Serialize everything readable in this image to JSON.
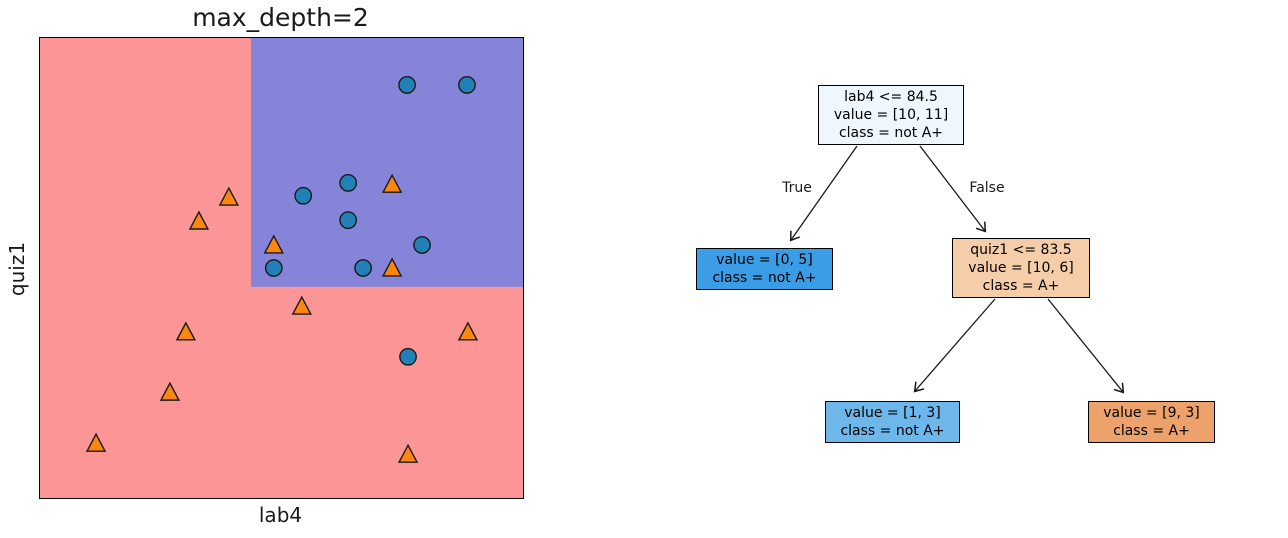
{
  "figure": {
    "background": "#ffffff"
  },
  "chart_data": {
    "type": "scatter",
    "title": "max_depth=2",
    "xlabel": "lab4",
    "ylabel": "quiz1",
    "grid": false,
    "axis_tick_labels_visible": false,
    "note": "decision-boundary plot; axes unlabeled numerically, point coordinates given as axis fractions (fx from left, fy from bottom)",
    "decision_regions": {
      "negative_region_color": "#fc9595",
      "positive_region_color": "#8584d8",
      "lab4_split_value": 84.5,
      "quiz1_split_value": 83.5,
      "lab4_split_frac_x": 0.437,
      "quiz1_split_frac_y": 0.459,
      "positive_region_rule": "lab4 > 84.5 and quiz1 > 83.5"
    },
    "series": [
      {
        "name": "A+",
        "marker": "circle",
        "color": "#2181b7",
        "edge_color": "#1a1a1a",
        "points_frac": [
          [
            0.76,
            0.898
          ],
          [
            0.884,
            0.898
          ],
          [
            0.638,
            0.685
          ],
          [
            0.545,
            0.657
          ],
          [
            0.638,
            0.604
          ],
          [
            0.791,
            0.55
          ],
          [
            0.484,
            0.5
          ],
          [
            0.669,
            0.5
          ],
          [
            0.762,
            0.307
          ]
        ]
      },
      {
        "name": "not A+",
        "marker": "triangle",
        "color": "#fd870e",
        "edge_color": "#1a1a1a",
        "points_frac": [
          [
            0.391,
            0.652
          ],
          [
            0.329,
            0.6
          ],
          [
            0.729,
            0.68
          ],
          [
            0.484,
            0.548
          ],
          [
            0.729,
            0.498
          ],
          [
            0.542,
            0.415
          ],
          [
            0.302,
            0.359
          ],
          [
            0.886,
            0.359
          ],
          [
            0.269,
            0.228
          ],
          [
            0.116,
            0.117
          ],
          [
            0.762,
            0.093
          ]
        ]
      }
    ]
  },
  "tree": {
    "edge_labels": {
      "true": "True",
      "false": "False"
    },
    "nodes": {
      "root": {
        "lines": [
          "lab4 <= 84.5",
          "value = [10, 11]",
          "class = not A+"
        ],
        "fill": "#eef7fd"
      },
      "left_leaf": {
        "lines": [
          "value = [0, 5]",
          "class = not A+"
        ],
        "fill": "#3a9de5"
      },
      "right_node": {
        "lines": [
          "quiz1 <= 83.5",
          "value = [10, 6]",
          "class = A+"
        ],
        "fill": "#f5cda9"
      },
      "bottom_left_leaf": {
        "lines": [
          "value = [1, 3]",
          "class = not A+"
        ],
        "fill": "#6db7eb"
      },
      "bottom_right_leaf": {
        "lines": [
          "value = [9, 3]",
          "class = A+"
        ],
        "fill": "#eca26a"
      }
    }
  }
}
